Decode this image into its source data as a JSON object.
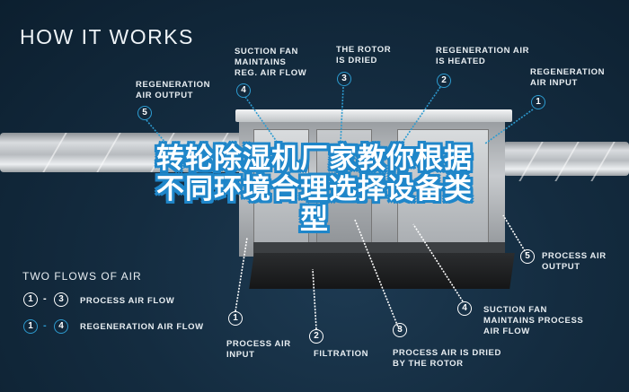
{
  "title": "HOW IT WORKS",
  "headline": {
    "line1": "转轮除湿机厂家教你根据",
    "line2": "不同环境合理选择设备类",
    "line3": "型"
  },
  "colors": {
    "background": "#0f2233",
    "regeneration_accent": "#2d9bd0",
    "process_accent": "#ffffff",
    "headline_outline": "#1f86c9"
  },
  "regeneration_callouts": [
    {
      "num": "1",
      "label_l1": "REGENERATION",
      "label_l2": "AIR INPUT"
    },
    {
      "num": "2",
      "label_l1": "REGENERATION AIR",
      "label_l2": "IS HEATED"
    },
    {
      "num": "3",
      "label_l1": "THE ROTOR",
      "label_l2": "IS DRIED"
    },
    {
      "num": "4",
      "label_l1": "SUCTION FAN",
      "label_l2": "MAINTAINS",
      "label_l3": "REG. AIR FLOW"
    },
    {
      "num": "5",
      "label_l1": "REGENERATION",
      "label_l2": "AIR OUTPUT"
    }
  ],
  "process_callouts": [
    {
      "num": "1",
      "label_l1": "PROCESS AIR",
      "label_l2": "INPUT"
    },
    {
      "num": "2",
      "label_l1": "FILTRATION"
    },
    {
      "num": "3",
      "label_l1": "PROCESS AIR IS DRIED",
      "label_l2": "BY THE ROTOR"
    },
    {
      "num": "4",
      "label_l1": "SUCTION FAN",
      "label_l2": "MAINTAINS PROCESS",
      "label_l3": "AIR FLOW"
    },
    {
      "num": "5",
      "label_l1": "PROCESS AIR",
      "label_l2": "OUTPUT"
    }
  ],
  "legend": {
    "title": "TWO FLOWS OF AIR",
    "items": [
      {
        "from": "1",
        "to": "3",
        "label": "PROCESS AIR FLOW",
        "style": "white"
      },
      {
        "from": "1",
        "to": "4",
        "label": "REGENERATION AIR FLOW",
        "style": "blue"
      }
    ],
    "separator": "-"
  }
}
